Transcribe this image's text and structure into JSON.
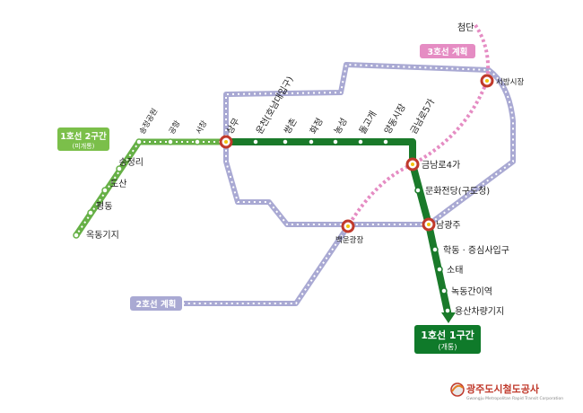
{
  "colors": {
    "line1_open": "#1a7a2a",
    "line1_unopened": "#66b046",
    "line2_planned": "#a9a9d3",
    "line3_planned": "#e58cc3",
    "transfer_red": "#c0392b",
    "badge_open_bg": "#0f7a2a",
    "badge_unopened_bg": "#7bbf4a",
    "badge_line2_bg": "#a9a9d3",
    "badge_line3_bg": "#e58cc3"
  },
  "badges": {
    "line1_phase1": {
      "title": "1호선 1구간",
      "sub": "(개통)"
    },
    "line1_phase2": {
      "title": "1호선 2구간",
      "sub": "(미개통)"
    },
    "line2": {
      "title": "2호선 계획"
    },
    "line3": {
      "title": "3호선 계획"
    }
  },
  "stations": {
    "cheomdan": "첨단",
    "seobang": "서방시장",
    "songjeong_park": "송정공원",
    "airport": "공항",
    "geukrak": "서창",
    "sangmu": "상무",
    "uncheon": "운천(호남대입구)",
    "ssangchon": "쌍촌",
    "hwajeong": "화정",
    "nongseong": "농성",
    "dolgogae": "돌고개",
    "yangdong": "양동시장",
    "geumnam5": "금남로5가",
    "geumnam4": "금남로4가",
    "munhwa": "문화전당(구도청)",
    "namgwangju": "남광주",
    "hakdong": "학동 · 증심사입구",
    "sotae": "소태",
    "nokdong": "녹동간이역",
    "yongsan": "용산차량기지",
    "baekun": "백운광장",
    "songjeongri": "송정리",
    "dosan": "도산",
    "pyeongdong": "평동",
    "okdong": "옥동기지"
  },
  "logo": {
    "name": "광주도시철도공사",
    "sub": "Gwangju Metropolitan Rapid Transit Corporation"
  }
}
